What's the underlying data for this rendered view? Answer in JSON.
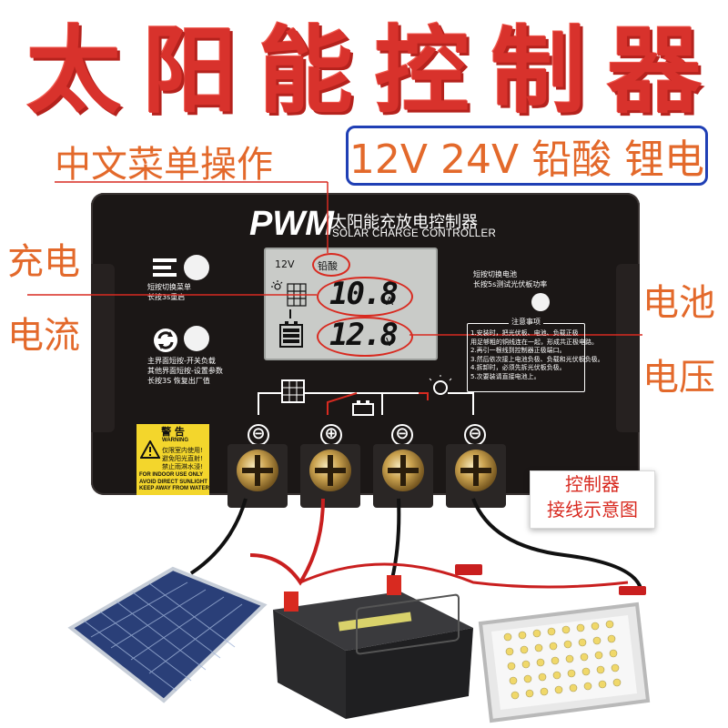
{
  "headline": [
    "太",
    "阳",
    "能",
    "控",
    "制",
    "器"
  ],
  "labels": {
    "menu_operation": "中文菜单操作",
    "versions": "12V 24V 铅酸 锂电",
    "charging_current_line1": "充电",
    "charging_current_line2": "电流",
    "battery_voltage_line1": "电池",
    "battery_voltage_line2": "电压",
    "diagram_line1": "控制器",
    "diagram_line2": "接线示意图"
  },
  "controller": {
    "brand": "PWM",
    "title_cn": "太阳能充放电控制器",
    "title_en": "SOLAR CHARGE CONTROLLER",
    "menu_button_hint_line1": "短按切换菜单",
    "menu_button_hint_line2": "长按3s重启",
    "load_button_hint_line1": "主界面短按-开关负载",
    "load_button_hint_line2": "其他界面短按-设置参数",
    "load_button_hint_line3": "长按3S 恢复出厂值",
    "battery_button_hint_line1": "短按切换电池",
    "battery_button_hint_line2": "长按5s测试光伏板功率",
    "lcd": {
      "system_voltage": "12V",
      "battery_type": "铅酸",
      "current_value": "10.8",
      "current_unit": "A",
      "voltage_value": "12.8",
      "voltage_unit": "V"
    },
    "notes_title": "注意事项",
    "notes": [
      "1.安装时，把光伏板、电池、负载正极",
      "用足够粗的铜线连在一起，形成共正极电路。",
      "2.再引一根线到控制器正极端口。",
      "3.然后依次接上电池负极、负载和光伏板负极。",
      "4.拆卸时，必须先拆光伏板负极。",
      "5.次要装请直接电池上。"
    ],
    "warning": {
      "title": "警 告",
      "title_en": "WARNING",
      "lines_cn": [
        "仅限室内使用!",
        "避免阳光直射!",
        "禁止雨淋水浸!"
      ],
      "lines_en": [
        "FOR INDOOR USE ONLY",
        "AVOID DIRECT SUNLIGHT",
        "KEEP AWAY FROM WATER"
      ]
    },
    "terminal_symbols": [
      "⊖",
      "⊕",
      "⊖",
      "⊖"
    ]
  },
  "colors": {
    "headline": "#d8322c",
    "label_orange": "#e3692b",
    "version_border": "#1f3fb5",
    "highlight_red": "#d82a20",
    "panel_black": "#1b1716",
    "lcd_gray": "#c9cbc8",
    "warning_yellow": "#f3d62c"
  },
  "icons": {
    "menu_button": "menu-lines-icon",
    "load_button": "refresh-icon",
    "solar": "solar-panel-icon",
    "battery": "battery-icon",
    "bulb": "light-bulb-icon"
  }
}
